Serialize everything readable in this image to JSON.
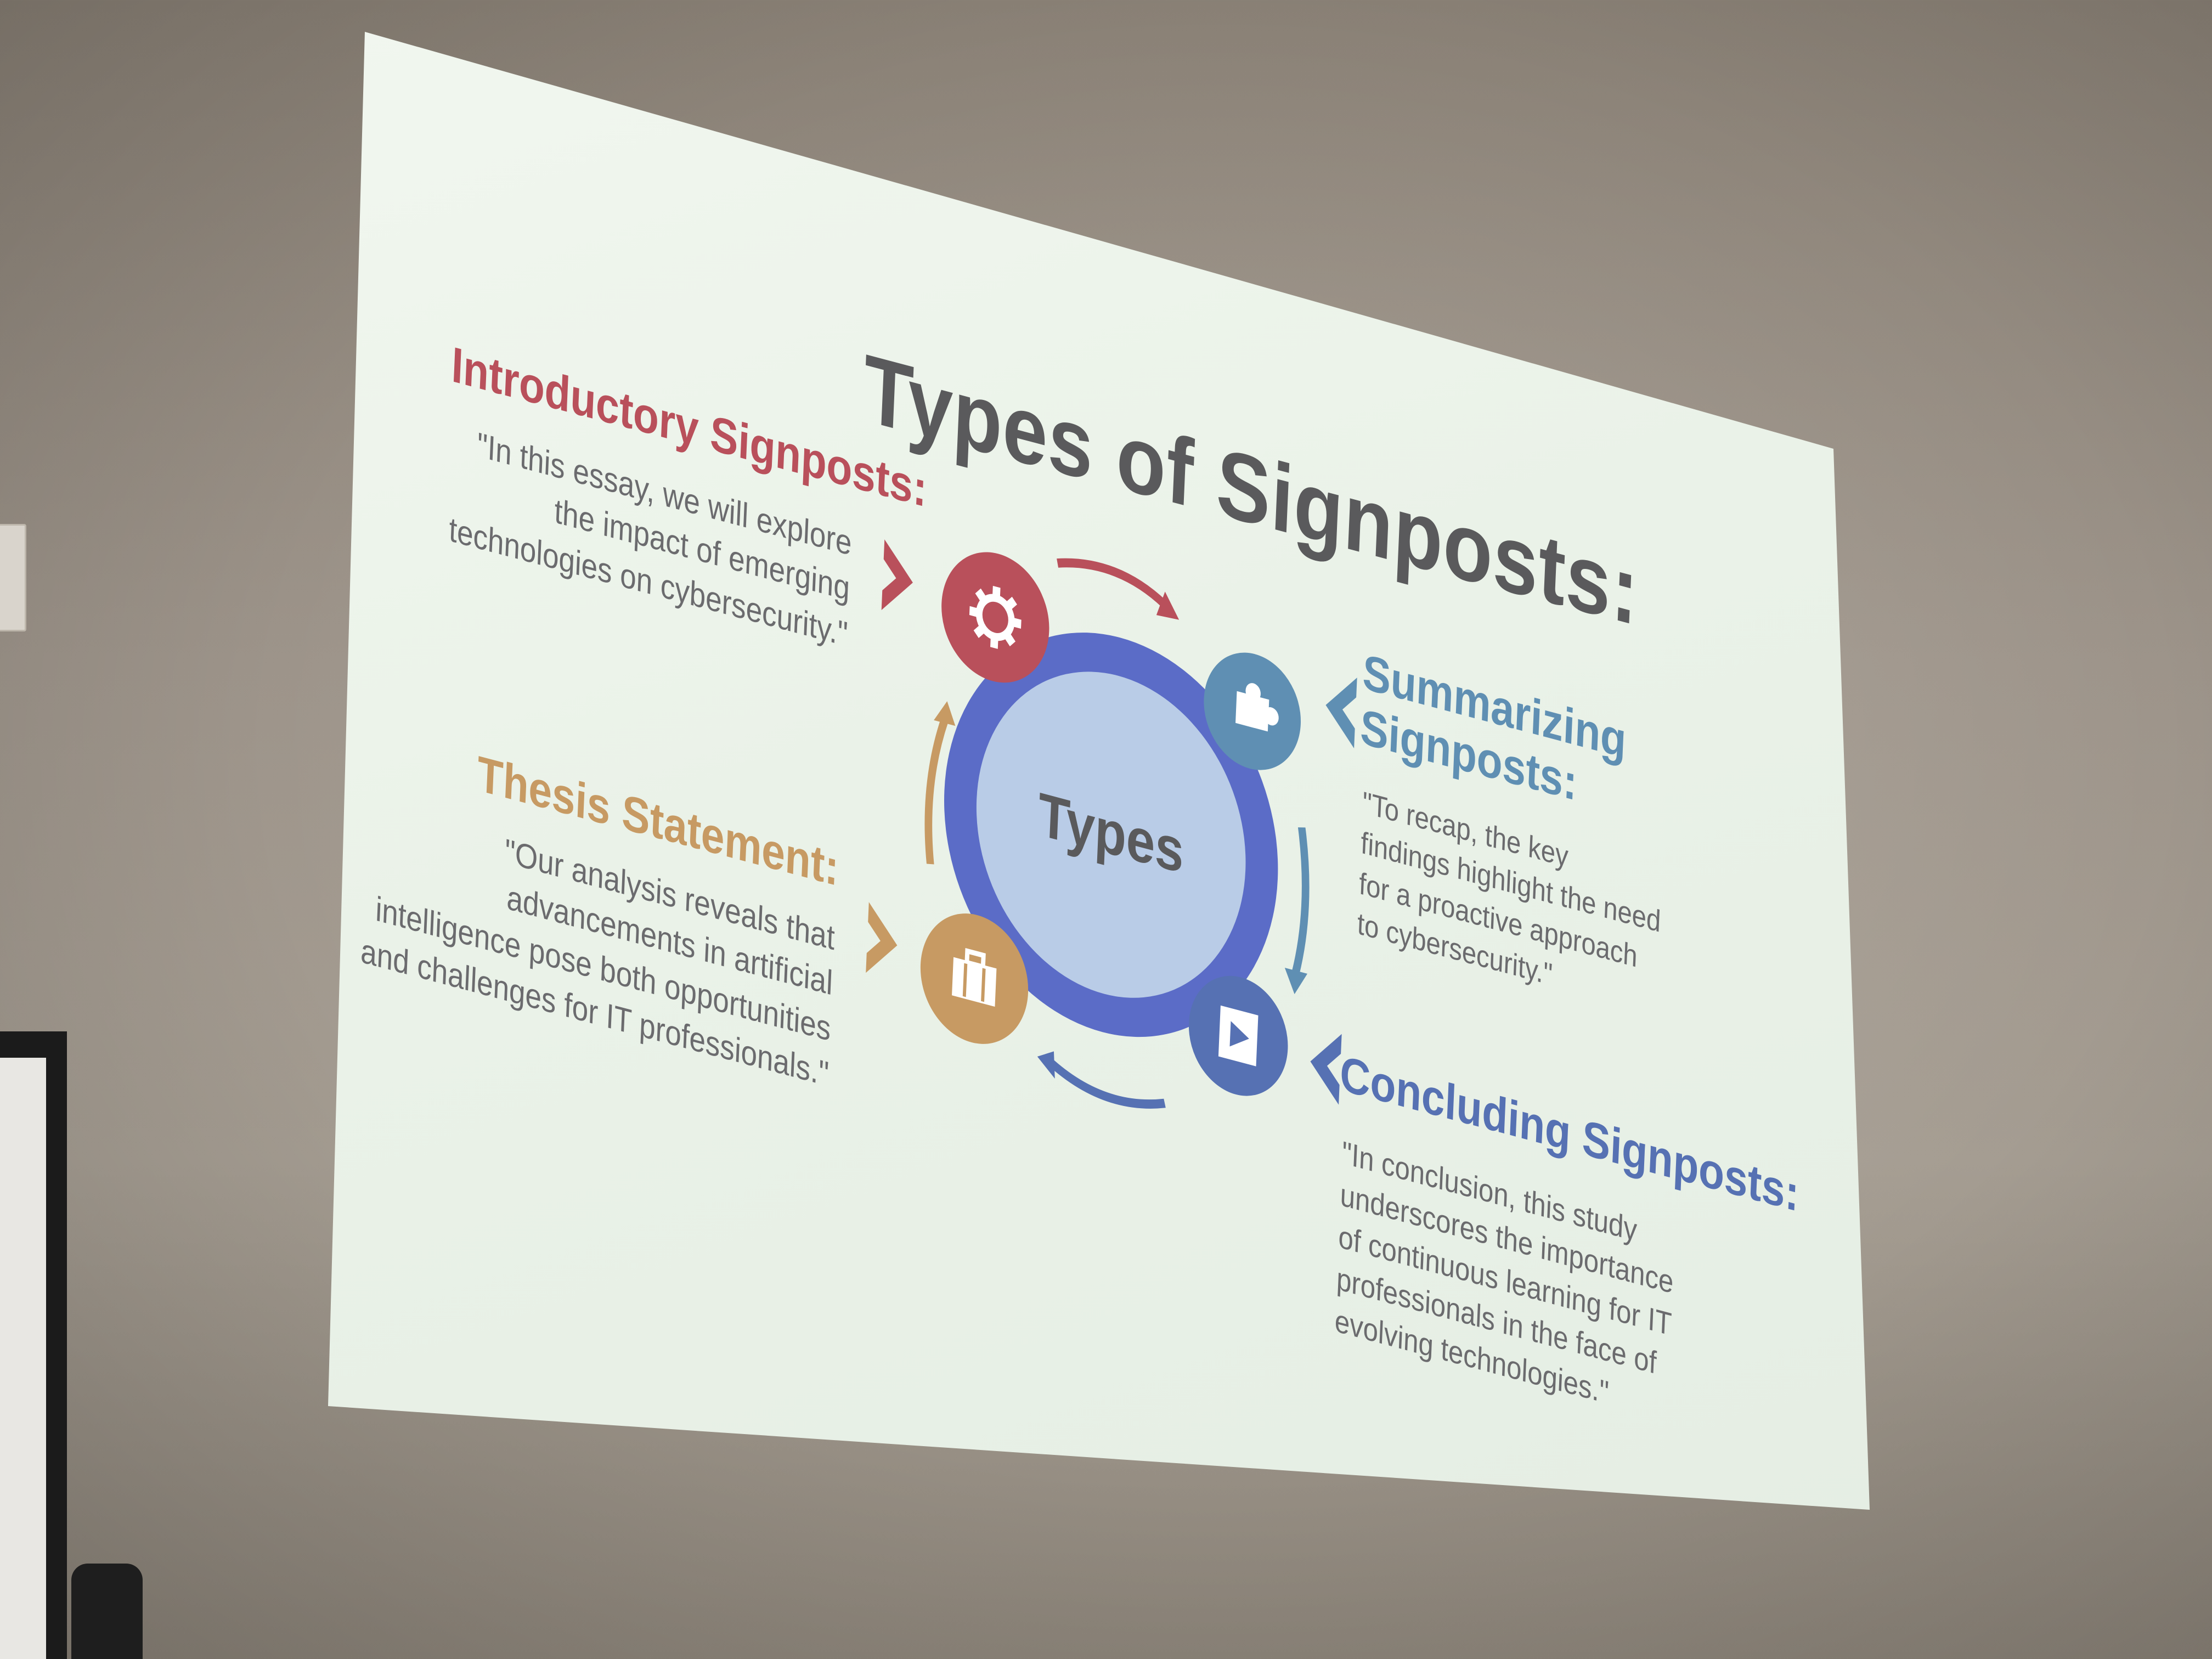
{
  "slide": {
    "title": "Types of Signposts:",
    "center_label": "Types",
    "sections": {
      "introductory": {
        "heading": "Introductory Signposts:",
        "quote": "\"In this essay, we will explore the impact of emerging technologies on cybersecurity.\""
      },
      "summarizing": {
        "heading": "Summarizing Signposts:",
        "quote": "\"To recap, the key findings highlight the need for a proactive approach to cybersecurity.\""
      },
      "thesis": {
        "heading": "Thesis Statement:",
        "quote": "\"Our analysis reveals that advancements in artificial intelligence pose both opportunities and challenges for IT professionals.\""
      },
      "concluding": {
        "heading": "Concluding Signposts:",
        "quote": "\"In conclusion, this study underscores the importance of continuous learning for IT professionals in the face of evolving technologies.\""
      }
    },
    "icons": {
      "top_left": "gear-icon",
      "top_right": "puzzle-icon",
      "bottom_left": "briefcase-icon",
      "bottom_right": "play-video-icon"
    },
    "colors": {
      "introductory": "#b9505b",
      "summarizing": "#5f8fb3",
      "thesis": "#c79a63",
      "concluding": "#5671b3",
      "ring_outer": "#5b6cc7",
      "ring_inner": "#b9cce7",
      "title": "#5a5a5c",
      "body_text": "#6b6b6e"
    }
  }
}
